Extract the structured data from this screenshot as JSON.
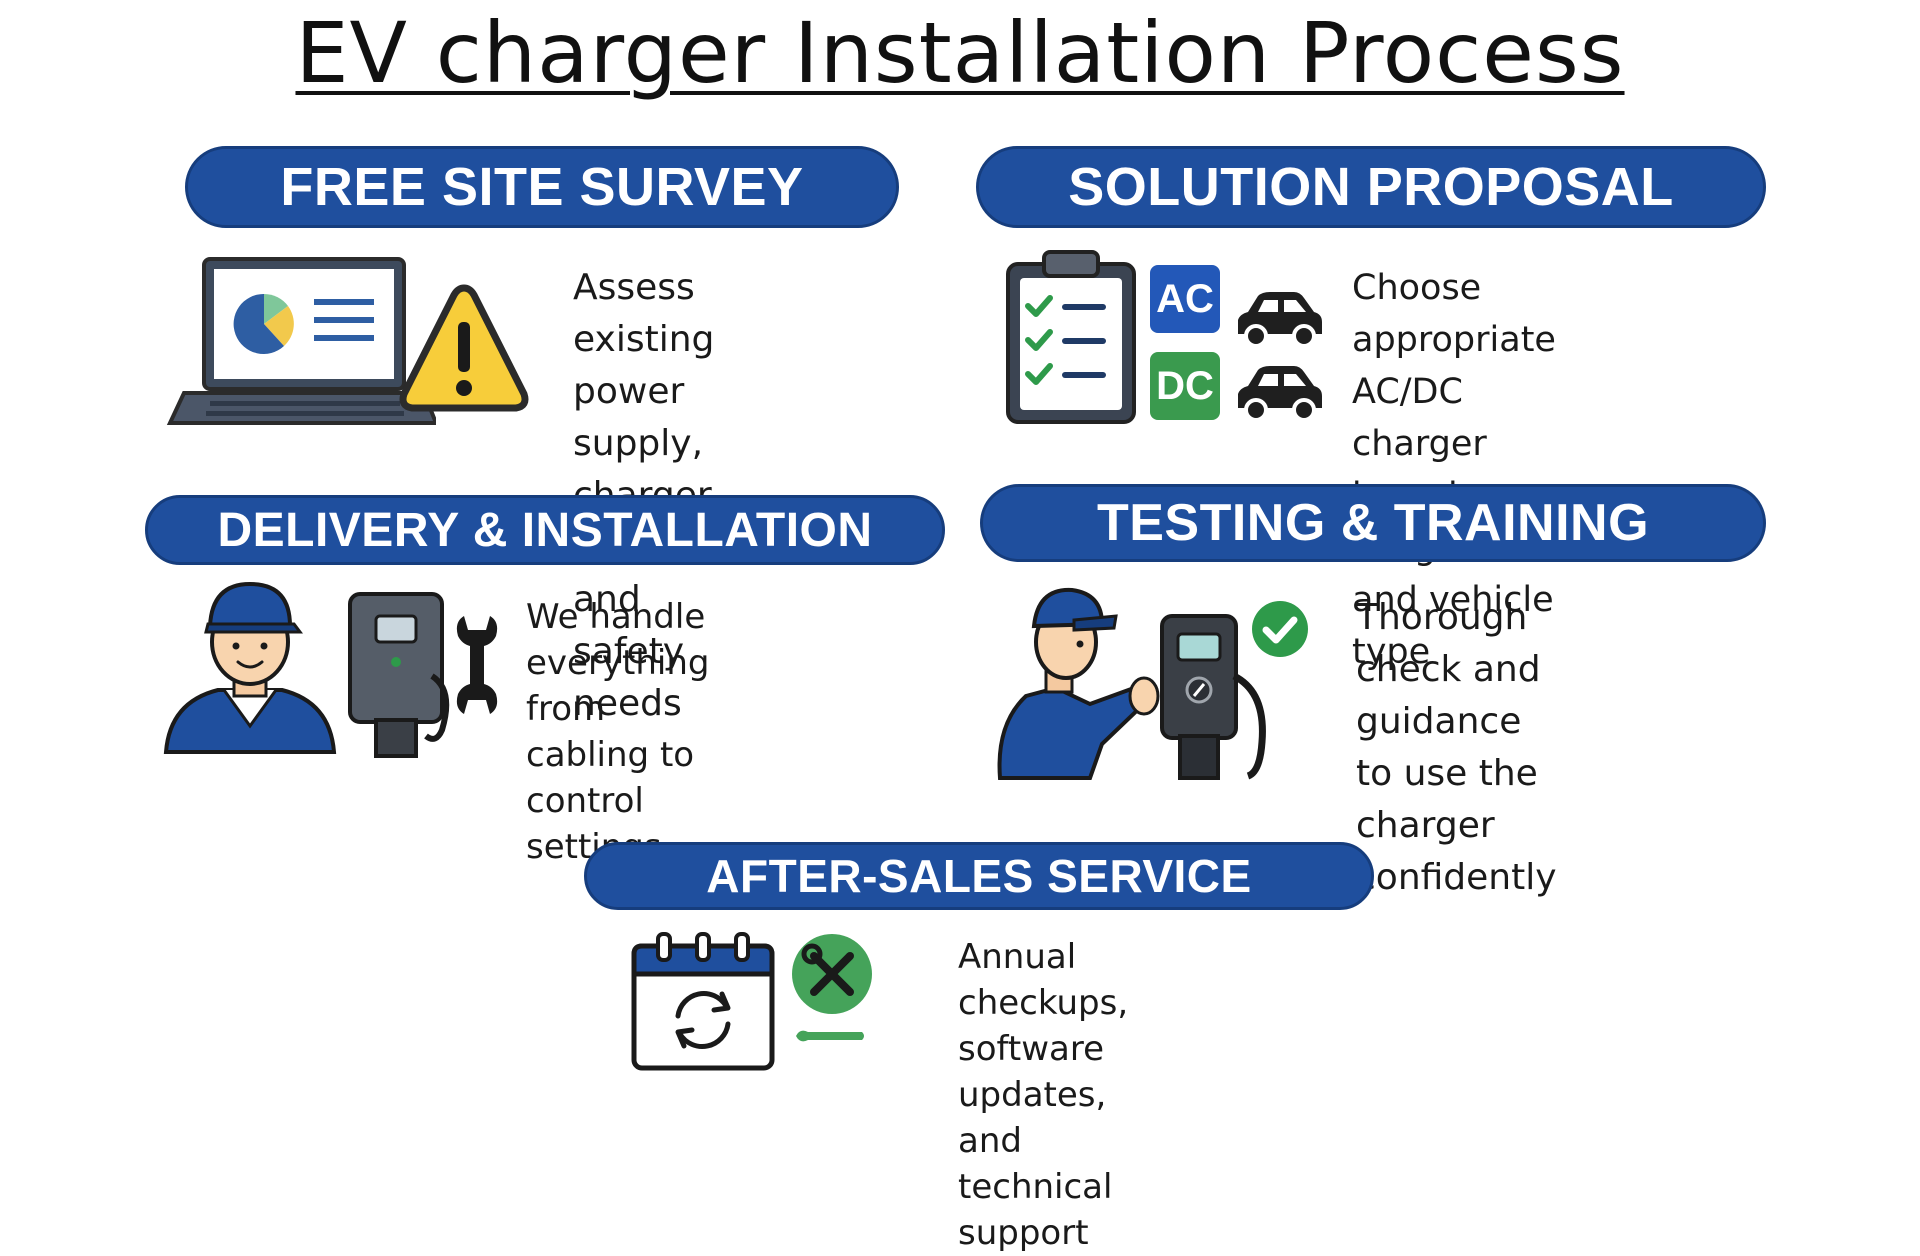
{
  "title": "EV charger Installation Process",
  "colors": {
    "pill_blue": "#1f4f9e",
    "ac_badge": "#2358b8",
    "dc_badge": "#3a9a4e",
    "check_green": "#2e9a4a",
    "warning_yellow": "#f7cd3a",
    "dark_outline": "#2b2b2b"
  },
  "sections": [
    {
      "heading": "FREE SITE SURVEY",
      "desc_lines": [
        "Assess existing power",
        "supply, charger",
        "location, and safety",
        "needs"
      ],
      "icons": [
        "laptop-pie-chart-icon",
        "warning-icon"
      ]
    },
    {
      "heading": "SOLUTION PROPOSAL",
      "desc_lines": [
        "Choose appropriate AC/DC",
        "charger based on usage",
        "and vehicle type"
      ],
      "icons": [
        "checklist-clipboard-icon",
        "ac-badge-icon",
        "dc-badge-icon",
        "car-icon",
        "car-icon"
      ],
      "badges": {
        "ac": "AC",
        "dc": "DC"
      }
    },
    {
      "heading": "DELIVERY & INSTALLATION",
      "desc_lines": [
        "We handle everything from",
        "cabling to control settings"
      ],
      "icons": [
        "technician-icon",
        "ev-charger-icon",
        "wrench-icon"
      ]
    },
    {
      "heading": "TESTING & TRAINING",
      "desc_lines": [
        "Thorough check and",
        "guidance to use the charger",
        "confidently"
      ],
      "icons": [
        "technician-testing-icon",
        "ev-charger-icon",
        "check-circle-icon"
      ]
    },
    {
      "heading": "AFTER-SALES SERVICE",
      "desc_lines": [
        "Annual checkups, software",
        "updates, and technical",
        "support"
      ],
      "icons": [
        "calendar-refresh-icon",
        "tools-circle-icon"
      ]
    }
  ]
}
